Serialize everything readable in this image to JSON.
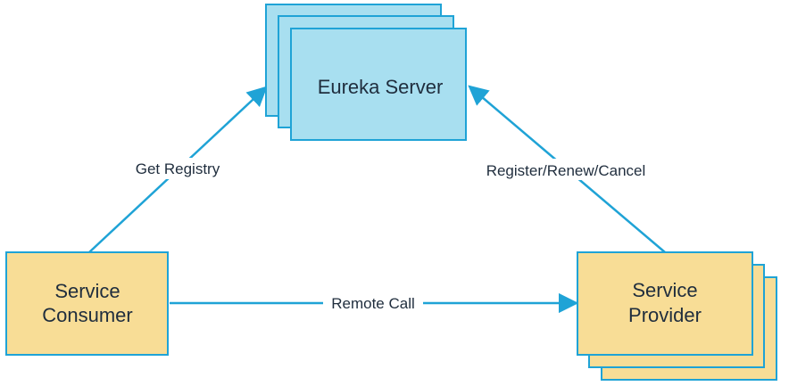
{
  "nodes": {
    "eureka_server": {
      "label": "Eureka Server",
      "fill": "#a8dff0",
      "stroke": "#1fa3d6"
    },
    "service_consumer": {
      "label_line1": "Service",
      "label_line2": "Consumer",
      "fill": "#f8dd96",
      "stroke": "#1fa3d6"
    },
    "service_provider": {
      "label_line1": "Service",
      "label_line2": "Provider",
      "fill": "#f8dd96",
      "stroke": "#1fa3d6"
    }
  },
  "edges": {
    "get_registry": {
      "label": "Get Registry"
    },
    "register_renew_cancel": {
      "label": "Register/Renew/Cancel"
    },
    "remote_call": {
      "label": "Remote Call"
    }
  },
  "colors": {
    "line": "#1fa3d6",
    "text": "#1f2d3d"
  }
}
